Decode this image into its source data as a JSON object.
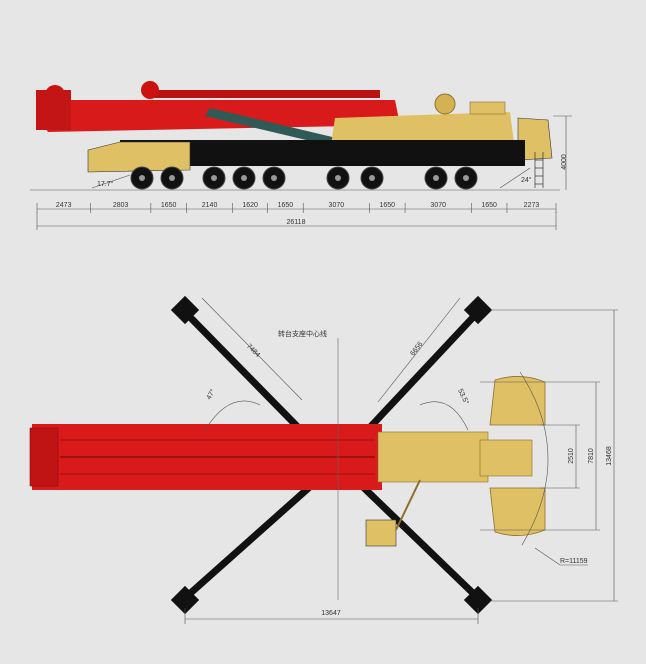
{
  "side_view": {
    "overall_length": "26118",
    "height": "4000",
    "approach_angle": "17.7°",
    "departure_angle": "24°",
    "segments": [
      "2473",
      "2803",
      "1650",
      "2140",
      "1620",
      "1650",
      "3070",
      "1650",
      "3070",
      "1650",
      "2273"
    ]
  },
  "top_view": {
    "centerline_label": "转台支座中心线",
    "rear_outrigger_length": "7484",
    "front_outrigger_length": "6656",
    "rear_angle": "47°",
    "front_angle": "53.5°",
    "counterweight_width": "2510",
    "outrigger_span_inner": "7810",
    "outrigger_span_outer": "13468",
    "outrigger_longitudinal": "13647",
    "tail_radius": "R=11159"
  },
  "colors": {
    "red": "#d91a1a",
    "darkred": "#a80f0f",
    "yellow": "#e0c064",
    "black": "#111111",
    "teal": "#2f5a55",
    "background": "#e6e6e6"
  }
}
